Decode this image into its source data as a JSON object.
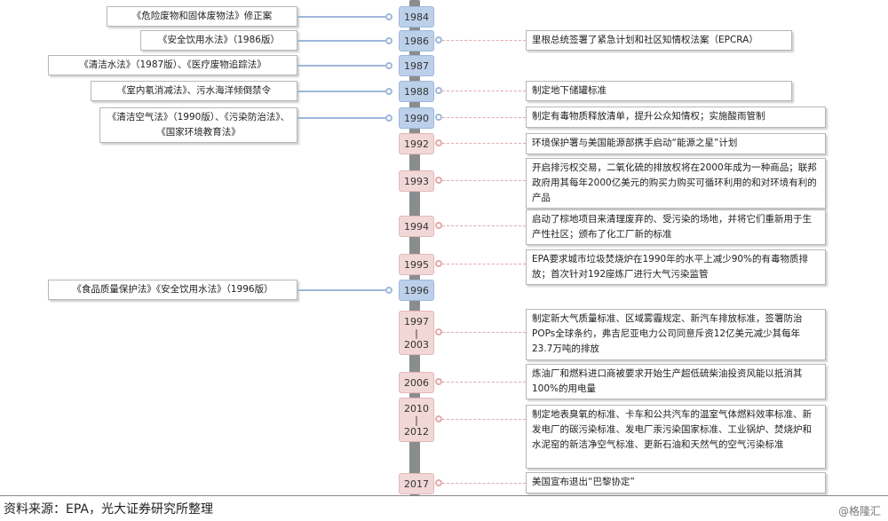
{
  "timeline": [
    {
      "year": "1984",
      "style": "us",
      "left": "《危险废物和固体废物法》修正案",
      "right": ""
    },
    {
      "year": "1986",
      "style": "us",
      "left": "《安全饮用水法》（1986版）",
      "right": "里根总统签署了紧急计划和社区知情权法案（EPCRA）"
    },
    {
      "year": "1987",
      "style": "us",
      "left": "《清洁水法》（1987版）、《医疗废物追踪法》",
      "right": ""
    },
    {
      "year": "1988",
      "style": "us",
      "left": "《室内氡消减法》、污水海洋倾倒禁令",
      "right": "制定地下储罐标准"
    },
    {
      "year": "1990",
      "style": "us",
      "left": "《清洁空气法》（1990版）、《污染防治法》、《国家环境教育法》",
      "right": "制定有毒物质释放清单，提升公众知情权；实施酸雨管制"
    },
    {
      "year": "1992",
      "style": "pk",
      "left": "",
      "right": "环境保护署与美国能源部携手启动“能源之星”计划"
    },
    {
      "year": "1993",
      "style": "pk",
      "left": "",
      "right": "开启排污权交易，二氧化硫的排放权将在2000年成为一种商品；联邦政府用其每年2000亿美元的购买力购买可循环利用的和对环境有利的产品"
    },
    {
      "year": "1994",
      "style": "pk",
      "left": "",
      "right": "启动了棕地项目来清理废弃的、受污染的场地，并将它们重新用于生产性社区；颁布了化工厂新的标准"
    },
    {
      "year": "1995",
      "style": "pk",
      "left": "",
      "right": "EPA要求城市垃圾焚烧炉在1990年的水平上减少90%的有毒物质排放；首次针对192座炼厂进行大气污染监管"
    },
    {
      "year": "1996",
      "style": "us",
      "left": "《食品质量保护法》《安全饮用水法》（1996版）",
      "right": ""
    },
    {
      "year": "1997\n|\n2003",
      "style": "pk",
      "left": "",
      "right": "制定新大气质量标准、区域雾霾规定、新汽车排放标准，签署防治POPs全球条约，弗吉尼亚电力公司同意斥资12亿美元减少其每年23.7万吨的排放"
    },
    {
      "year": "2006",
      "style": "pk",
      "left": "",
      "right": "炼油厂和燃料进口商被要求开始生产超低硫柴油投资风能以抵消其100%的用电量"
    },
    {
      "year": "2010\n|\n2012",
      "style": "pk",
      "left": "",
      "right": "制定地表臭氧的标准、卡车和公共汽车的温室气体燃料效率标准、新发电厂的碳污染标准、发电厂汞污染国家标准、工业锅炉、焚烧炉和水泥窑的新洁净空气标准、更新石油和天然气的空气污染标准"
    },
    {
      "year": "2017",
      "style": "pk",
      "left": "",
      "right": "美国宣布退出“巴黎协定”"
    }
  ],
  "footer": {
    "source": "资料来源：EPA，光大证券研究所整理",
    "watermark": "@格隆汇"
  }
}
